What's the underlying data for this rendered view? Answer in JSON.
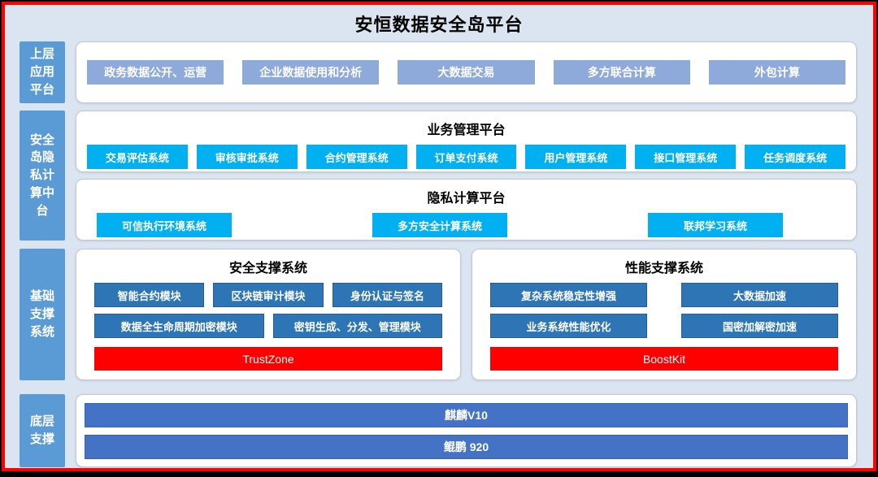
{
  "title": "安恒数据安全岛平台",
  "sidebar": {
    "layer1": "上层应用平台",
    "layer2": "安全岛隐私计算中台",
    "layer3": "基础支撑系统",
    "layer4": "底层支撑"
  },
  "application_platform": {
    "items": [
      "政务数据公开、运营",
      "企业数据使用和分析",
      "大数据交易",
      "多方联合计算",
      "外包计算"
    ]
  },
  "business_platform": {
    "heading": "业务管理平台",
    "items": [
      "交易评估系统",
      "审核审批系统",
      "合约管理系统",
      "订单支付系统",
      "用户管理系统",
      "接口管理系统",
      "任务调度系统"
    ]
  },
  "privacy_platform": {
    "heading": "隐私计算平台",
    "items": [
      "可信执行环境系统",
      "多方安全计算系统",
      "联邦学习系统"
    ]
  },
  "security_support": {
    "heading": "安全支撑系统",
    "row1": [
      "智能合约模块",
      "区块链审计模块",
      "身份认证与签名"
    ],
    "row2": [
      "数据全生命周期加密模块",
      "密钥生成、分发、管理模块"
    ],
    "banner": "TrustZone"
  },
  "performance_support": {
    "heading": "性能支撑系统",
    "row1": [
      "复杂系统稳定性增强",
      "大数据加速"
    ],
    "row2": [
      "业务系统性能优化",
      "国密加解密加速"
    ],
    "banner": "BoostKit"
  },
  "foundation": {
    "bars": [
      "麒麟V10",
      "鲲鹏 920"
    ]
  },
  "colors": {
    "frame_border_red": "#fe0000",
    "page_background": "#dbe5f1",
    "sidebar_blue": "#5b9bd5",
    "application_box_blue": "#8eaadb",
    "system_box_cyan": "#00b0f0",
    "module_box_blue": "#2e75b6",
    "banner_red": "#fe0000",
    "foundation_bar_blue": "#4472c4"
  }
}
